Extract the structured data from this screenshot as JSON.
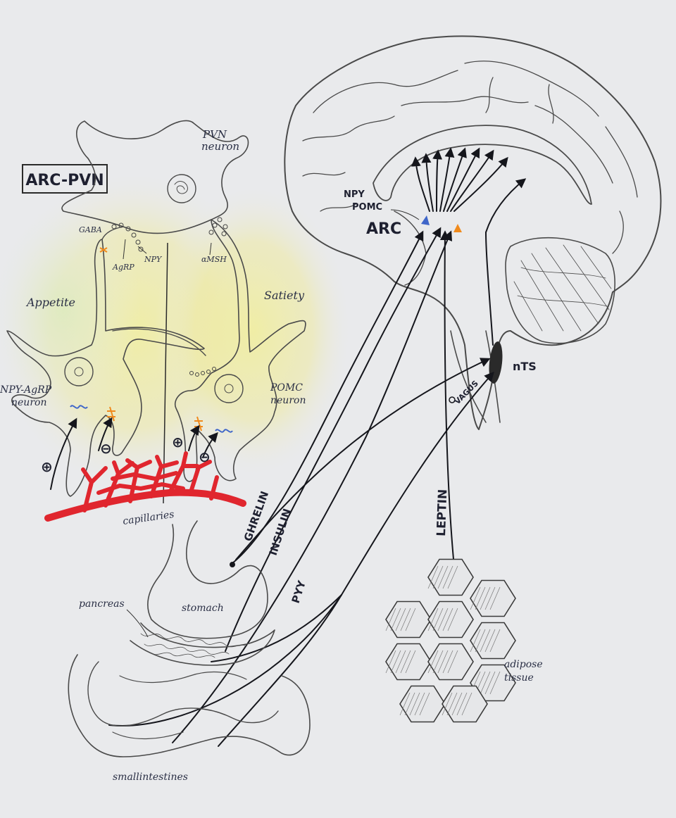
{
  "labels": {
    "arc_pvn_box": "ARC-PVN",
    "pvn_neuron": [
      "PVN",
      "neuron"
    ],
    "gaba": "GABA",
    "agrp": "AgRP",
    "npy": "NPY",
    "amsh": "αMSH",
    "appetite": "Appetite",
    "satiety": "Satiety",
    "npy_agrp_neuron": [
      "NPY-AgRP",
      "neuron"
    ],
    "pomc_neuron": [
      "POMC",
      "neuron"
    ],
    "plus_sign": "⊕",
    "minus_sign": "⊖",
    "capillaries": "capillaries",
    "brain_npy": "NPY",
    "brain_pomc": "POMC",
    "arc": "ARC",
    "nts": "nTS",
    "vagus": "VAGUS",
    "ghrelin": "GHRELIN",
    "insulin": "INSULIN",
    "pyy": "PYY",
    "leptin": "LEPTIN",
    "pancreas": "pancreas",
    "stomach": "stomach",
    "small_intestines": "smallintestines",
    "adipose_tissue": [
      "adipose",
      "tissue"
    ]
  },
  "colors": {
    "paper": "#e9eaec",
    "pencil": "#4a4a4a",
    "ink": "#15161c",
    "capillary_red": "#e0262e",
    "orange_receptor": "#f08a1c",
    "blue_receptor": "#3f66c9",
    "yellow_wash": "#f1ee9a",
    "green_wash": "#d9ebc0"
  }
}
